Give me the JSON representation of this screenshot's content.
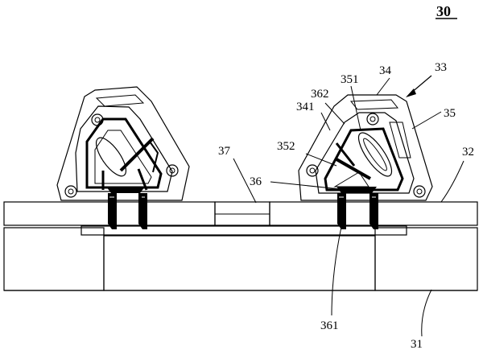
{
  "figure_number": "30",
  "labels": {
    "l31": "31",
    "l32": "32",
    "l33": "33",
    "l34": "34",
    "l341": "341",
    "l35": "35",
    "l351": "351",
    "l352": "352",
    "l36": "36",
    "l361": "361",
    "l362": "362",
    "l37": "37"
  }
}
